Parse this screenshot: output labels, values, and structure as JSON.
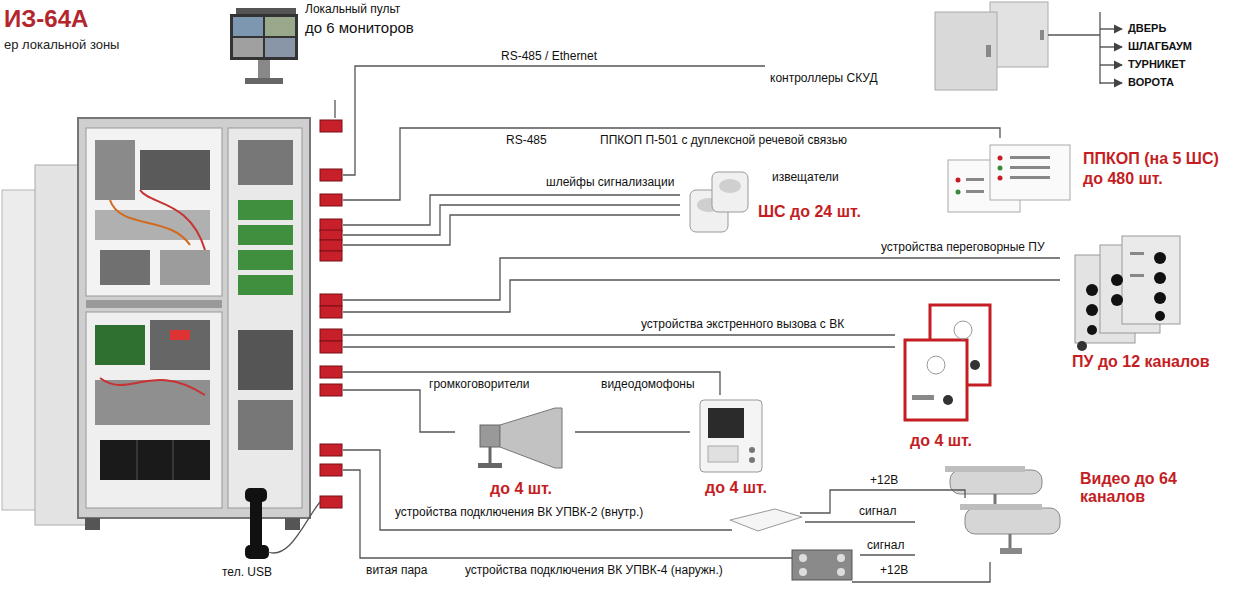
{
  "diagram": {
    "nodes": [
      {
        "text": [
          "ИЗ-64А",
          "ер локальной зоны"
        ]
      },
      {
        "text": [
          "Локальный пульт",
          "до 6 мониторов"
        ]
      },
      {
        "text": [
          "контроллеры СКУД"
        ]
      },
      {
        "text": [
          "ППКОП (на 5 ШС)",
          "до 480 шт."
        ]
      },
      {
        "text": [
          "извещатели",
          "ШС до 24 шт."
        ]
      },
      {
        "text": [
          "ПУ до 12 каналов"
        ]
      },
      {
        "text": [
          "до 4 шт."
        ]
      },
      {
        "text": [
          "до 4 шт."
        ]
      },
      {
        "text": [
          "до 4 шт."
        ]
      },
      {
        "text": [
          "устройства подключения ВК УПВК-2 (внутр.)"
        ]
      },
      {
        "text": [
          "устройства подключения ВК УПВК-4 (наружн.)"
        ]
      },
      {
        "text": [
          "Видео до 64 каналов"
        ]
      }
    ],
    "edges": [
      {
        "from": 0,
        "to": 1,
        "arrow": "none"
      },
      {
        "from": 0,
        "to": 2,
        "label": "RS-485 / Ethernet",
        "arrow": "none"
      },
      {
        "from": 0,
        "to": 3,
        "label": "RS-485",
        "arrow": "none"
      },
      {
        "from": 0,
        "to": 4,
        "label": "шлейфы сигнализации",
        "arrow": "none"
      },
      {
        "from": 0,
        "to": 5,
        "label": "устройства переговорные ПУ",
        "arrow": "none"
      },
      {
        "from": 0,
        "to": 6,
        "label": "устройства экстренного вызова с ВК",
        "arrow": "none"
      },
      {
        "from": 0,
        "to": 7,
        "label": "громкоговорители",
        "arrow": "none"
      },
      {
        "from": 0,
        "to": 8,
        "label": "видеодомофоны",
        "arrow": "none"
      },
      {
        "from": 7,
        "to": 8,
        "arrow": "none"
      },
      {
        "from": 0,
        "to": 9,
        "arrow": "none"
      },
      {
        "from": 0,
        "to": 10,
        "label": "витая пара",
        "arrow": "none"
      },
      {
        "from": 9,
        "to": 11,
        "label": "сигнал",
        "arrow": "none"
      },
      {
        "from": 10,
        "to": 11,
        "label": "сигнал",
        "arrow": "none"
      }
    ],
    "labels": [
      "ППКОП П-501 с дуплексной речевой связью",
      "ДВЕРЬ",
      "ШЛАГБАУМ",
      "ТУРНИКЕТ",
      "ВОРОТА",
      "+12В",
      "+12В",
      "тел. USB"
    ]
  }
}
